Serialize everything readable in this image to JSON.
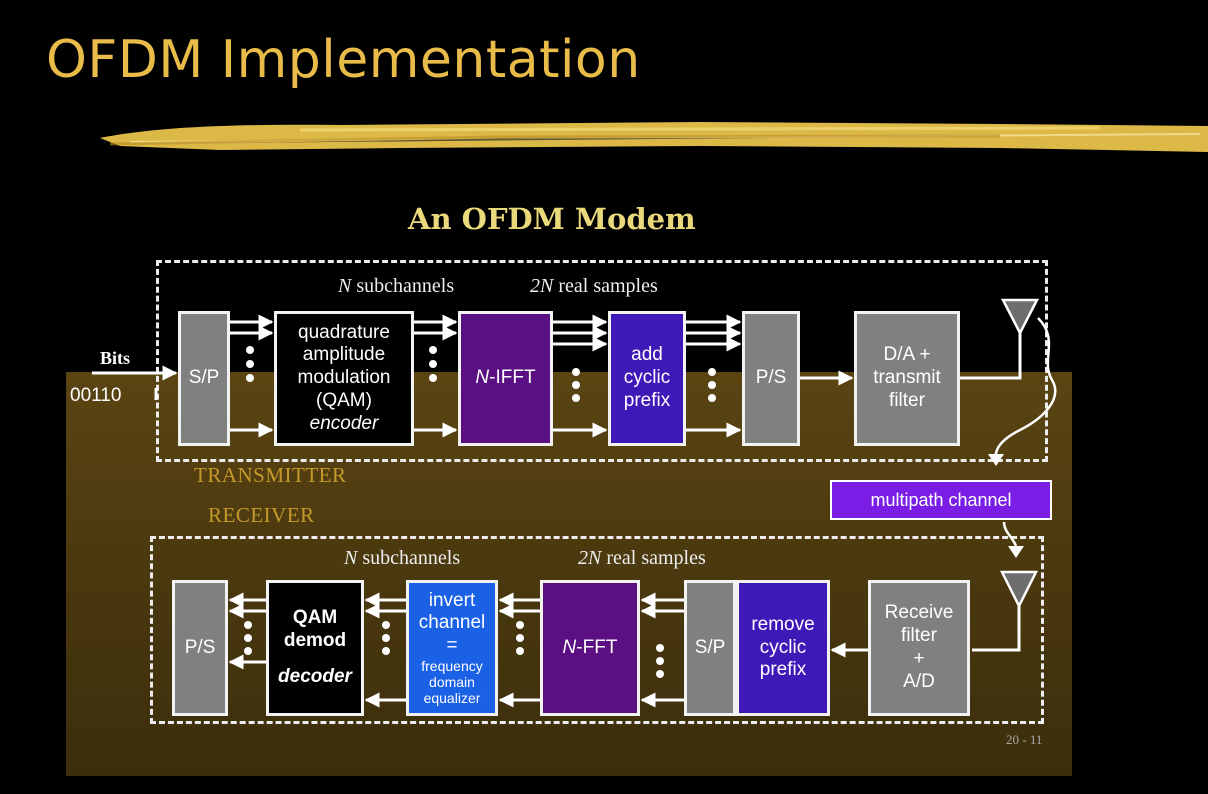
{
  "slide": {
    "title": "OFDM Implementation",
    "page_number": "20 - 11"
  },
  "diagram": {
    "title": "An OFDM Modem",
    "input": {
      "label": "Bits",
      "value": "00110"
    },
    "transmitter": {
      "label": "TRANSMITTER",
      "n_label": {
        "n": "N",
        "text": " subchannels"
      },
      "real_label": {
        "n": "2N",
        "text": " real samples"
      },
      "blocks": {
        "sp": "S/P",
        "qam": [
          "quadrature",
          "amplitude",
          "modulation",
          "(QAM)",
          "encoder"
        ],
        "ifft": {
          "n": "N",
          "text": "-IFFT"
        },
        "cp": [
          "add",
          "cyclic",
          "prefix"
        ],
        "ps": "P/S",
        "da": [
          "D/A +",
          "transmit",
          "filter"
        ]
      }
    },
    "channel": "multipath channel",
    "receiver": {
      "label": "RECEIVER",
      "n_label": {
        "n": "N",
        "text": " subchannels"
      },
      "real_label": {
        "n": "2N",
        "text": " real samples"
      },
      "blocks": {
        "ps": "P/S",
        "qam": [
          "QAM",
          "demod",
          "decoder"
        ],
        "eq": [
          "invert",
          "channel",
          "=",
          "frequency",
          "domain",
          "equalizer"
        ],
        "fft": {
          "n": "N",
          "text": "-FFT"
        },
        "sp": "S/P",
        "cp": [
          "remove",
          "cyclic",
          "prefix"
        ],
        "rx": [
          "Receive",
          "filter",
          "+",
          "A/D"
        ]
      }
    },
    "colors": {
      "title": "#e9bb48",
      "brush": "#e8c24a",
      "panel": "#4e3b10",
      "purple_block": "#5a0f82",
      "indigo_block": "#3f18b8",
      "blue_block": "#1b61e6",
      "gray_block": "#808080",
      "channel_box": "#7a1ee6"
    }
  }
}
